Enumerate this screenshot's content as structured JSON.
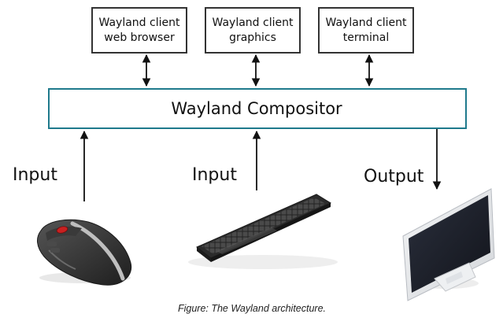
{
  "clients": [
    {
      "line1": "Wayland client",
      "line2": "web browser"
    },
    {
      "line1": "Wayland client",
      "line2": "graphics"
    },
    {
      "line1": "Wayland client",
      "line2": "terminal"
    }
  ],
  "compositor": {
    "label": "Wayland Compositor"
  },
  "io": {
    "mouse_label": "Input",
    "keyboard_label": "Input",
    "monitor_label": "Output"
  },
  "caption": "Figure: The Wayland architecture.",
  "colors": {
    "compositor_border": "#1f7a8c",
    "client_border": "#333333",
    "arrow": "#111111"
  },
  "icons": [
    "mouse-icon",
    "keyboard-icon",
    "monitor-icon"
  ]
}
